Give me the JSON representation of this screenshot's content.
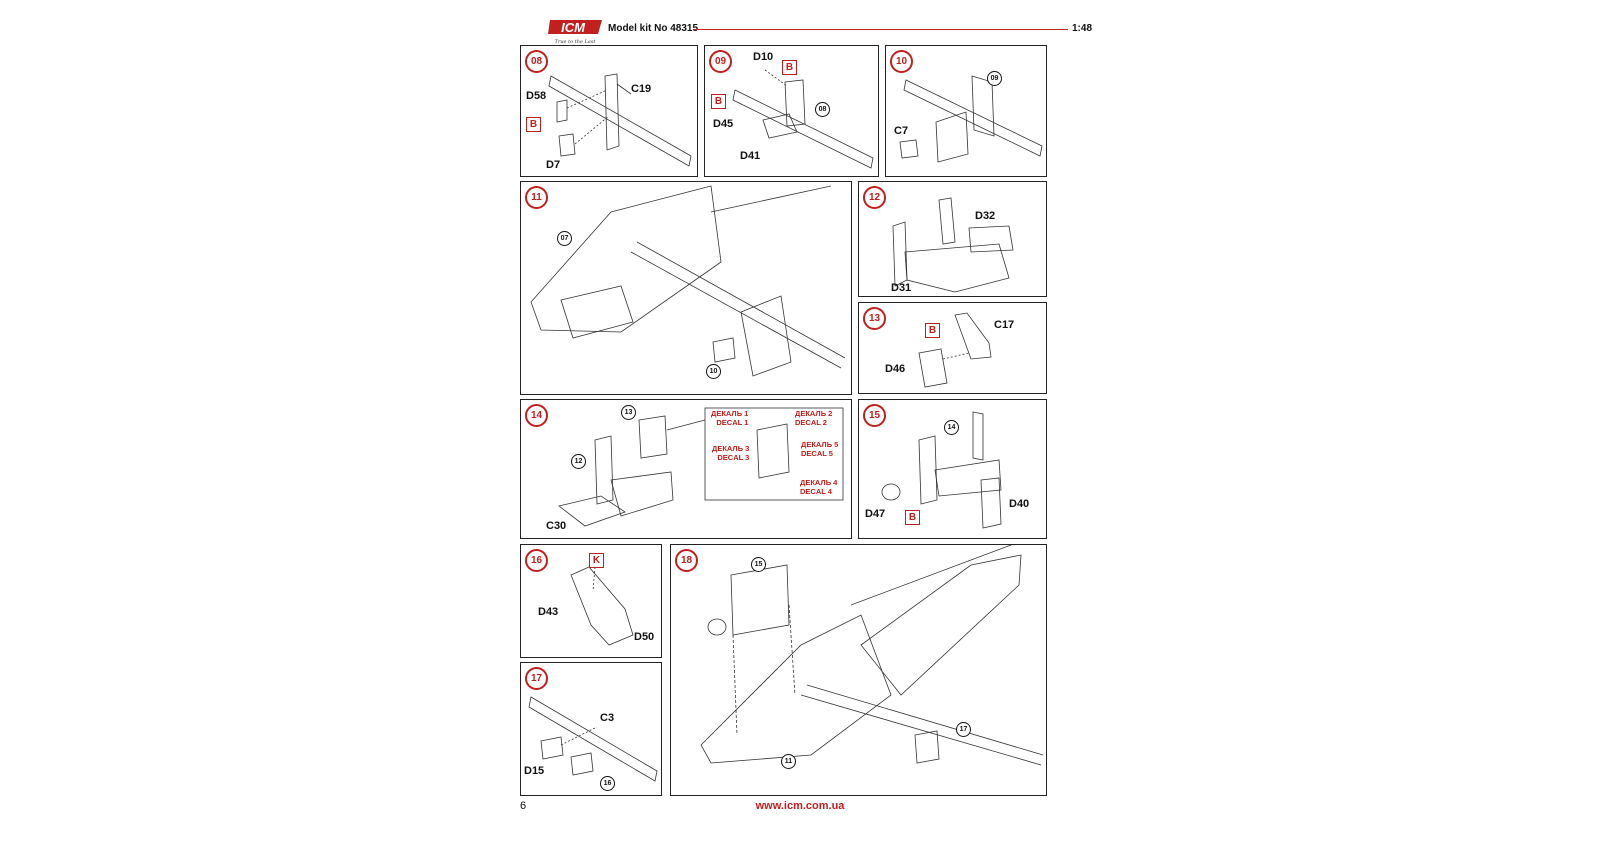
{
  "header": {
    "brand": "ICM",
    "tagline": "True to the Last",
    "kit": "Model kit No 48315",
    "scale": "1:48"
  },
  "steps": {
    "s08": {
      "num": "08",
      "labels": [
        "C19",
        "D58",
        "D7"
      ],
      "marker": "B"
    },
    "s09": {
      "num": "09",
      "labels": [
        "D10",
        "D45",
        "D41"
      ],
      "markers": [
        "B",
        "B"
      ],
      "refs": [
        "08"
      ]
    },
    "s10": {
      "num": "10",
      "labels": [
        "C7"
      ],
      "refs": [
        "09"
      ]
    },
    "s11": {
      "num": "11",
      "refs": [
        "07",
        "10"
      ]
    },
    "s12": {
      "num": "12",
      "labels": [
        "D32",
        "D31"
      ]
    },
    "s13": {
      "num": "13",
      "labels": [
        "C17",
        "D46"
      ],
      "marker": "B"
    },
    "s14": {
      "num": "14",
      "labels": [
        "C30"
      ],
      "refs": [
        "13",
        "12"
      ],
      "decals": [
        "ДЕКАЛЬ 1",
        "DECAL 1",
        "ДЕКАЛЬ 2",
        "DECAL 2",
        "ДЕКАЛЬ 3",
        "DECAL 3",
        "ДЕКАЛЬ 5",
        "DECAL 5",
        "ДЕКАЛЬ 4",
        "DECAL 4"
      ]
    },
    "s15": {
      "num": "15",
      "labels": [
        "D47",
        "D40"
      ],
      "refs": [
        "14"
      ],
      "marker": "B"
    },
    "s16": {
      "num": "16",
      "labels": [
        "D43",
        "D50"
      ],
      "marker": "K"
    },
    "s17": {
      "num": "17",
      "labels": [
        "C3",
        "D15"
      ],
      "refs": [
        "16"
      ]
    },
    "s18": {
      "num": "18",
      "refs": [
        "15",
        "17",
        "11"
      ]
    }
  },
  "footer": {
    "page_number": "6",
    "url": "www.icm.com.ua"
  },
  "colors": {
    "accent": "#c0201e",
    "line": "#222222"
  }
}
